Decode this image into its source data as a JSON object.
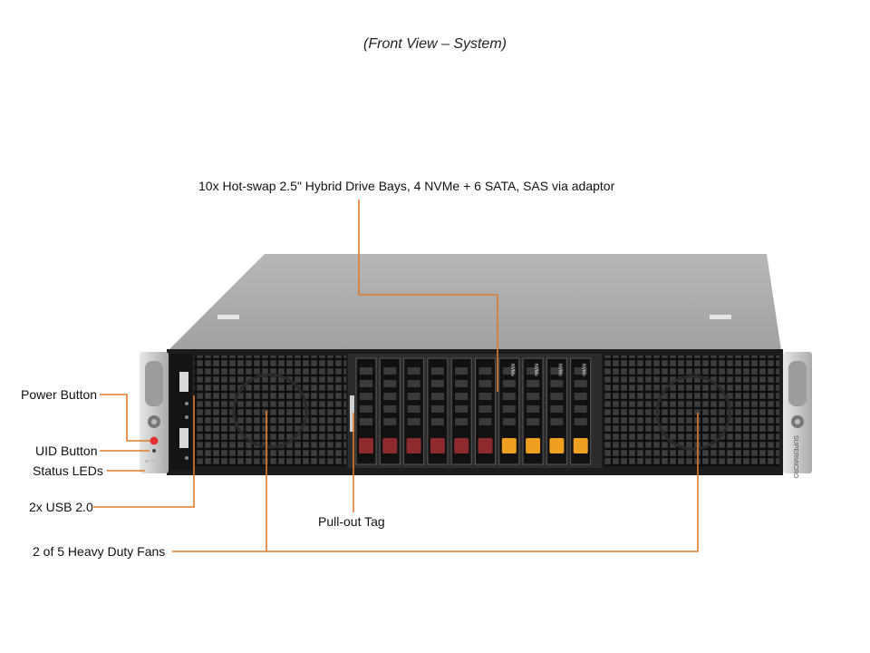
{
  "title": "(Front View – System)",
  "callouts": {
    "drive_bays": "10x Hot-swap 2.5\" Hybrid Drive Bays, 4 NVMe + 6 SATA, SAS via adaptor",
    "power_button": "Power Button",
    "uid_button": "UID Button",
    "status_leds": "Status LEDs",
    "usb": "2x USB 2.0",
    "pull_out_tag": "Pull-out Tag",
    "fans": "2 of 5 Heavy Duty Fans"
  },
  "chassis": {
    "brand_text": "SUPERMICRO",
    "drive_count": 10,
    "nvme_count": 4,
    "sata_count": 6,
    "nvme_label": "NVMe"
  },
  "colors": {
    "leader_line": "#e07b2a",
    "chassis_top": "#a9abad",
    "bezel": "#1c1c1c",
    "ear": "#c9cbcd",
    "drive_latch_red": "#8c2a2e",
    "drive_latch_orange": "#f0a020"
  }
}
